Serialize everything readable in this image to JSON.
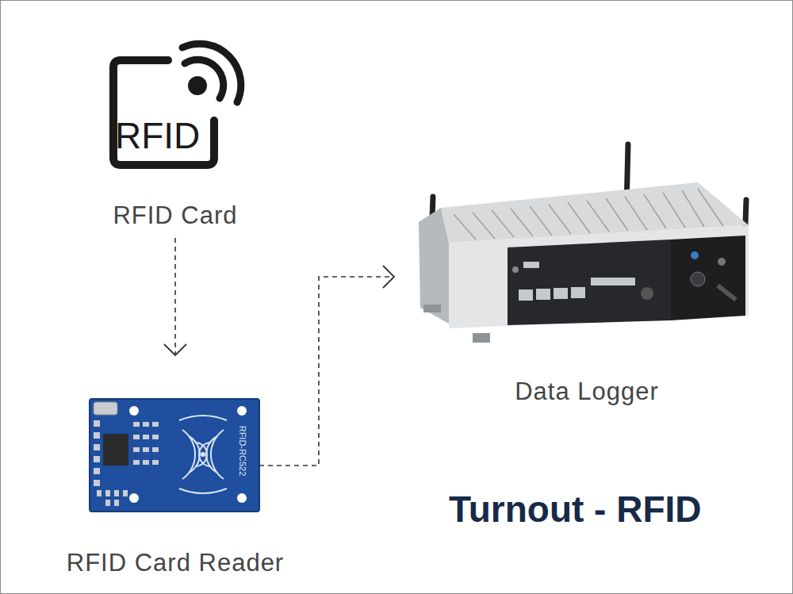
{
  "diagram": {
    "title": "Turnout - RFID",
    "nodes": [
      {
        "text": [
          "RFID Card"
        ]
      },
      {
        "text": [
          "RFID Card Reader"
        ]
      },
      {
        "text": [
          "Data Logger"
        ]
      }
    ],
    "edges": [
      {
        "from": 0,
        "to": 1,
        "arrow": "to"
      },
      {
        "from": 1,
        "to": 2,
        "arrow": "to"
      }
    ],
    "labels": [
      "RFID",
      "RFID-RC522"
    ]
  }
}
